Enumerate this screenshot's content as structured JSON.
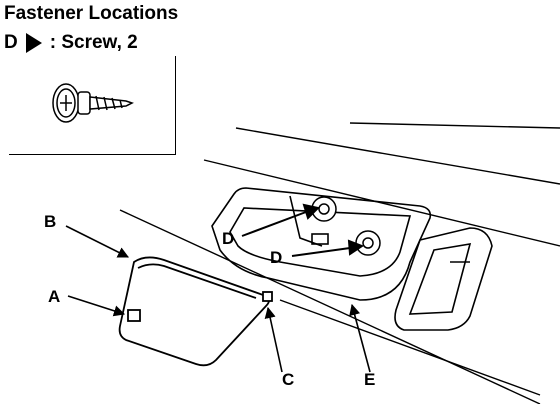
{
  "title": "Fastener Locations",
  "legend": {
    "symbol_letter": "D",
    "text": ": Screw, 2"
  },
  "labels": {
    "A": "A",
    "B": "B",
    "C": "C",
    "D1": "D",
    "D2": "D",
    "E": "E"
  }
}
